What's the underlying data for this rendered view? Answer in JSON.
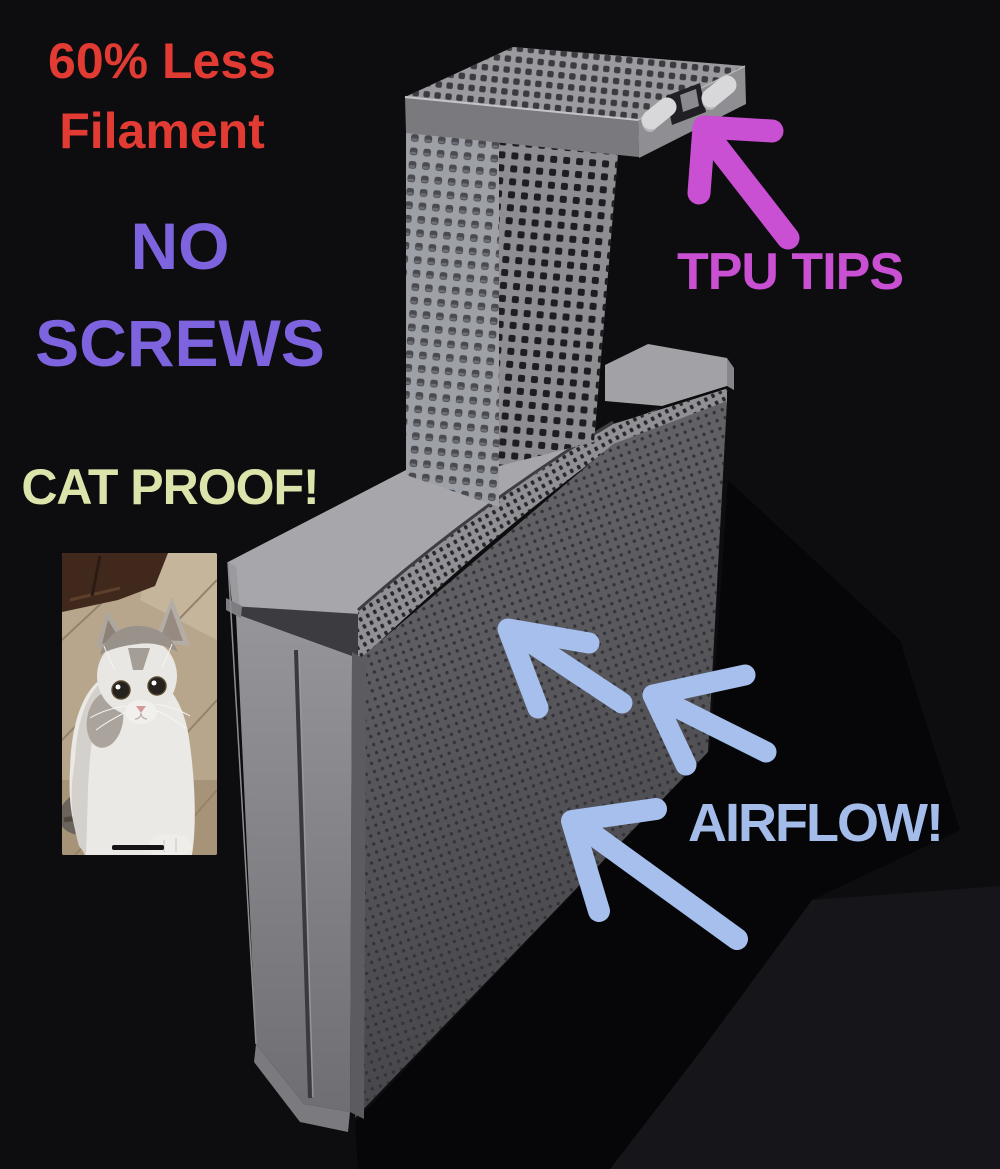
{
  "annotations": {
    "filament": {
      "text": "60% Less\nFilament",
      "color": "#e23b33"
    },
    "no_screws": {
      "text": "NO\nSCREWS",
      "color": "#7d63dd"
    },
    "cat_proof": {
      "text": "CAT PROOF!",
      "color": "#dde4ab"
    },
    "tpu_tips": {
      "text": "TPU TIPS",
      "color": "#c94fd3"
    },
    "airflow": {
      "text": "AIRFLOW!",
      "color": "#a3bce9"
    }
  },
  "arrows": {
    "tpu_arrow": {
      "color": "#c94fd3",
      "count": 1,
      "direction": "up-left"
    },
    "airflow_arrows": {
      "color": "#a6bfec",
      "count": 3,
      "direction": "up-left"
    }
  },
  "scene": {
    "subject": "perforated-3d-printed-stand-render",
    "photo": "cat-looking-up-photo",
    "colors": {
      "background": "#0d0d0f",
      "object_light": "#a7a7ab",
      "object_mid": "#8f8f93",
      "object_panel": "#4d4d51",
      "shadow": "#060608",
      "tpu_tip": "#d8d8da"
    }
  }
}
